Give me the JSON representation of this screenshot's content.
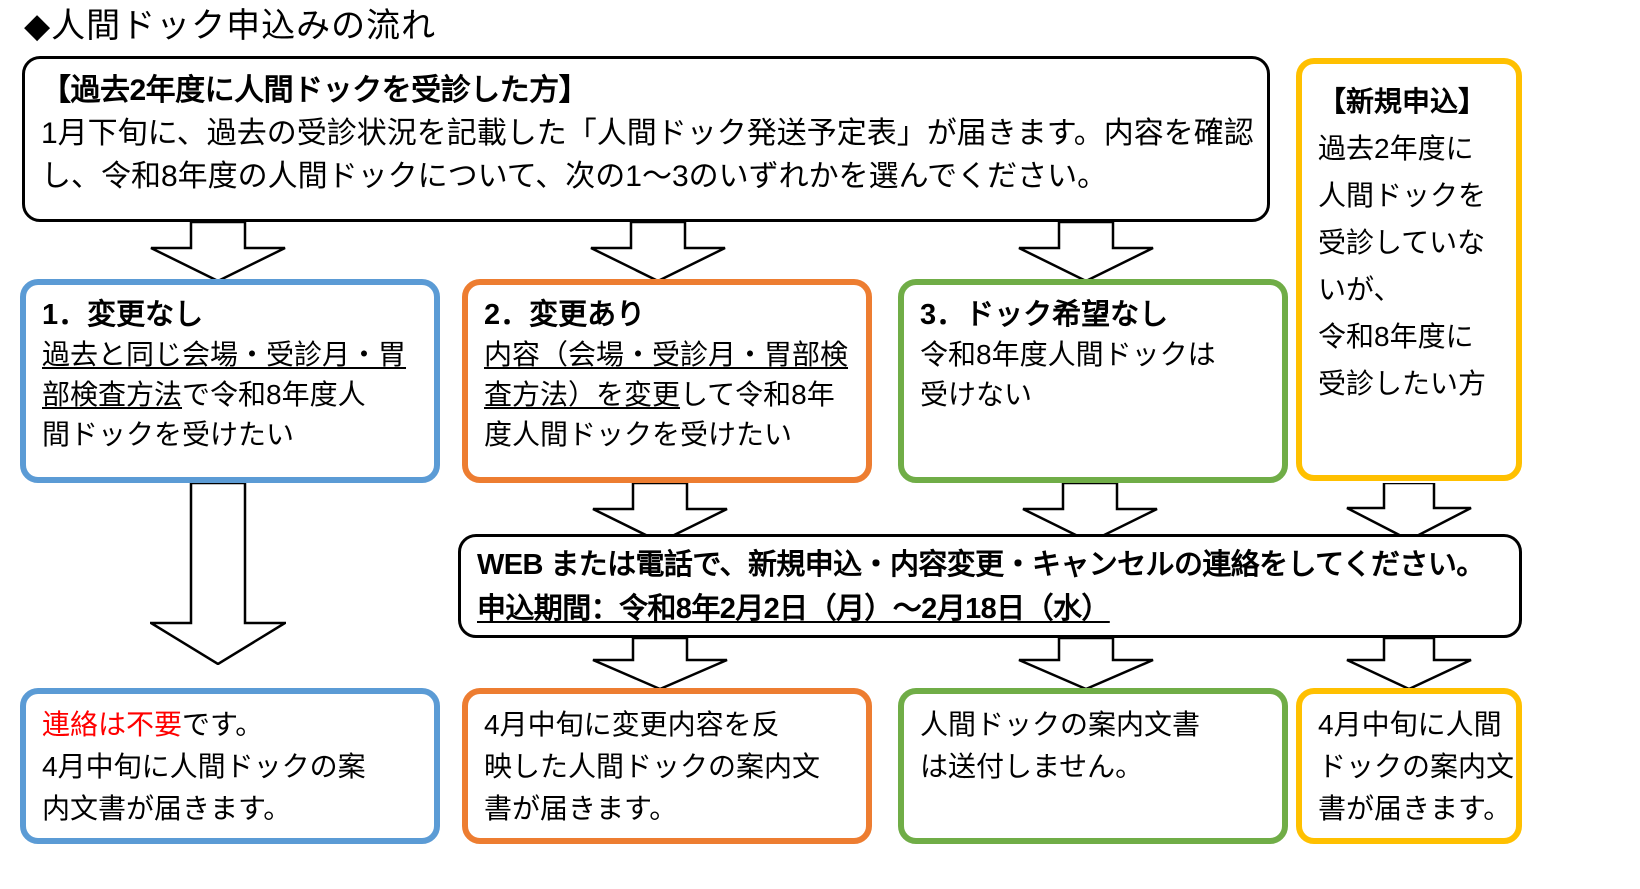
{
  "title": "◆人間ドック申込みの流れ",
  "colors": {
    "blue": "#5B9BD5",
    "orange": "#ED7D31",
    "green": "#70AD47",
    "yellow": "#FFC000",
    "black": "#000000",
    "red": "#FF0000"
  },
  "top_box": {
    "heading": "【過去2年度に人間ドックを受診した方】",
    "line1": "1月下旬に、過去の受診状況を記載した「人間ドック発送予定表」が届きます。内容を確認",
    "line2": "し、令和8年度の人間ドックについて、次の1～3のいずれかを選んでください。"
  },
  "new_application_box": {
    "heading": "【新規申込】",
    "line1": "過去2年度に",
    "line2": "人間ドックを",
    "line3": "受診していな",
    "line4": "いが、",
    "line5": "令和8年度に",
    "line6": "受診したい方"
  },
  "options": [
    {
      "color": "blue",
      "heading": "1．変更なし",
      "line1_underlined": "過去と同じ会場・受診月・胃",
      "line2_underlined": "部検査方法",
      "line2_plain": "で令和8年度人",
      "line3_plain": "間ドックを受けたい"
    },
    {
      "color": "orange",
      "heading": "2．変更あり",
      "line1_underlined": "内容（会場・受診月・胃部検",
      "line2_underlined": "査方法）を変更",
      "line2_plain": "して令和8年",
      "line3_plain": "度人間ドックを受けたい"
    },
    {
      "color": "green",
      "heading": "3．ドック希望なし",
      "line1_plain": "令和8年度人間ドックは",
      "line2_plain": "受けない",
      "line3_plain": ""
    }
  ],
  "contact_box": {
    "line1": "WEB または電話で、新規申込・内容変更・キャンセルの連絡をしてください。",
    "line2_underlined": "申込期間：令和8年2月2日（月）～2月18日（水）"
  },
  "results": [
    {
      "color": "blue",
      "line1_red": "連絡は不要",
      "line1_black": "です。",
      "line2": "4月中旬に人間ドックの案",
      "line3": "内文書が届きます。"
    },
    {
      "color": "orange",
      "line1": "4月中旬に変更内容を反",
      "line2": "映した人間ドックの案内文",
      "line3": "書が届きます。"
    },
    {
      "color": "green",
      "line1": "人間ドックの案内文書",
      "line2": "は送付しません。",
      "line3": ""
    },
    {
      "color": "yellow",
      "line1": "4月中旬に人間",
      "line2": "ドックの案内文",
      "line3": "書が届きます。"
    }
  ],
  "arrows": {
    "names": [
      "arrow-top-to-option1",
      "arrow-top-to-option2",
      "arrow-top-to-option3",
      "arrow-option1-to-result1",
      "arrow-option2-to-contact",
      "arrow-option3-to-contact",
      "arrow-newapp-to-contact",
      "arrow-contact-to-result2",
      "arrow-contact-to-result3",
      "arrow-contact-to-result4"
    ]
  }
}
